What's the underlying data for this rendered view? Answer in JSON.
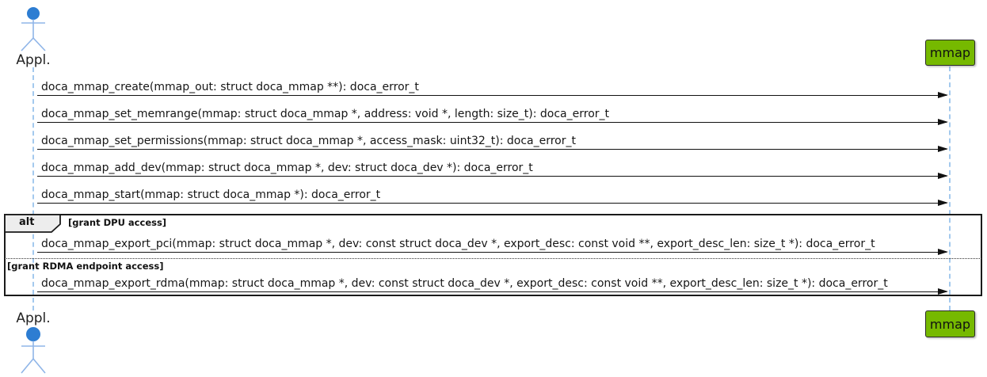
{
  "diagram": {
    "participants": {
      "actor_label": "Appl.",
      "participant_label": "mmap"
    },
    "messages": [
      "doca_mmap_create(mmap_out: struct doca_mmap **): doca_error_t",
      "doca_mmap_set_memrange(mmap: struct doca_mmap *, address: void *, length: size_t): doca_error_t",
      "doca_mmap_set_permissions(mmap: struct doca_mmap *, access_mask: uint32_t): doca_error_t",
      "doca_mmap_add_dev(mmap: struct doca_mmap *, dev: struct doca_dev *): doca_error_t",
      "doca_mmap_start(mmap: struct doca_mmap *): doca_error_t"
    ],
    "alt_frame": {
      "operator_label": "alt",
      "sections": [
        {
          "guard": "[grant DPU access]",
          "message": "doca_mmap_export_pci(mmap: struct doca_mmap *, dev: const struct doca_dev *, export_desc: const void **, export_desc_len: size_t *): doca_error_t"
        },
        {
          "guard": "[grant RDMA endpoint access]",
          "message": "doca_mmap_export_rdma(mmap: struct doca_mmap *, dev: const struct doca_dev *, export_desc: const void **, export_desc_len: size_t *): doca_error_t"
        }
      ]
    },
    "colors": {
      "participant_green": "#76B900",
      "actor_head_blue": "#2D7DD2",
      "actor_line_blue": "#8FB5E8",
      "lifeline_blue": "#A3C9EE",
      "frame_operator_fill": "#EDEDED",
      "arrow_black": "#111111"
    }
  }
}
